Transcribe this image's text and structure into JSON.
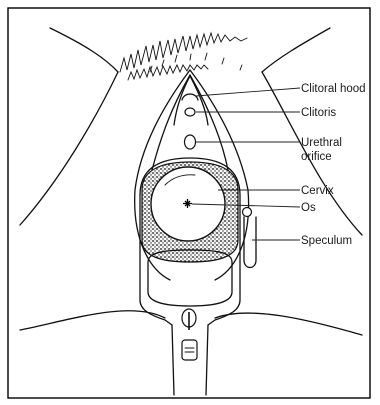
{
  "labels": {
    "clitoral_hood": "Clitoral hood",
    "clitoris": "Clitoris",
    "urethral_orifice_line1": "Urethral",
    "urethral_orifice_line2": "orifice",
    "cervix": "Cervix",
    "os": "Os",
    "speculum": "Speculum"
  }
}
